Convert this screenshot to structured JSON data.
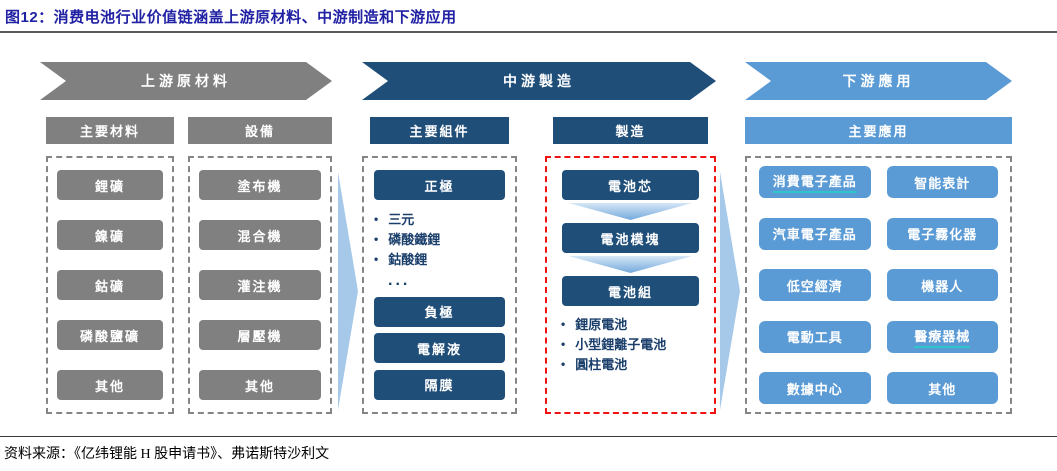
{
  "title": "图12：消费电池行业价值链涵盖上游原材料、中游制造和下游应用",
  "source": "资料来源：《亿纬锂能 H 股申请书》、弗诺斯特沙利文",
  "colors": {
    "title_navy": "#2121A4",
    "gray": "#808080",
    "navy": "#1F4E79",
    "light_blue": "#5B9BD5",
    "flow_arrow": "#A6C9EA",
    "highlight_dash_red": "#F01111"
  },
  "upstream": {
    "banner": "上游原材料",
    "col1_header": "主要材料",
    "col2_header": "設備",
    "materials": [
      "鋰礦",
      "鎳礦",
      "鈷礦",
      "磷酸鹽礦",
      "其他"
    ],
    "equipment": [
      "塗布機",
      "混合機",
      "灌注機",
      "層壓機",
      "其他"
    ]
  },
  "midstream": {
    "banner": "中游製造",
    "col1_header": "主要組件",
    "col2_header": "製造",
    "components": [
      "正極",
      "負極",
      "電解液",
      "隔膜"
    ],
    "cathode_bullets": [
      "三元",
      "磷酸鐵鋰",
      "鈷酸鋰"
    ],
    "ellipsis": "...",
    "process_steps": [
      "電池芯",
      "電池模塊",
      "電池組"
    ],
    "pack_bullets": [
      "鋰原電池",
      "小型鋰離子電池",
      "圓柱電池"
    ]
  },
  "downstream": {
    "banner": "下游應用",
    "header": "主要應用",
    "applications": [
      "消費電子產品",
      "智能表計",
      "汽車電子產品",
      "電子霧化器",
      "低空經濟",
      "機器人",
      "電動工具",
      "醫療器械",
      "數據中心",
      "其他"
    ]
  }
}
